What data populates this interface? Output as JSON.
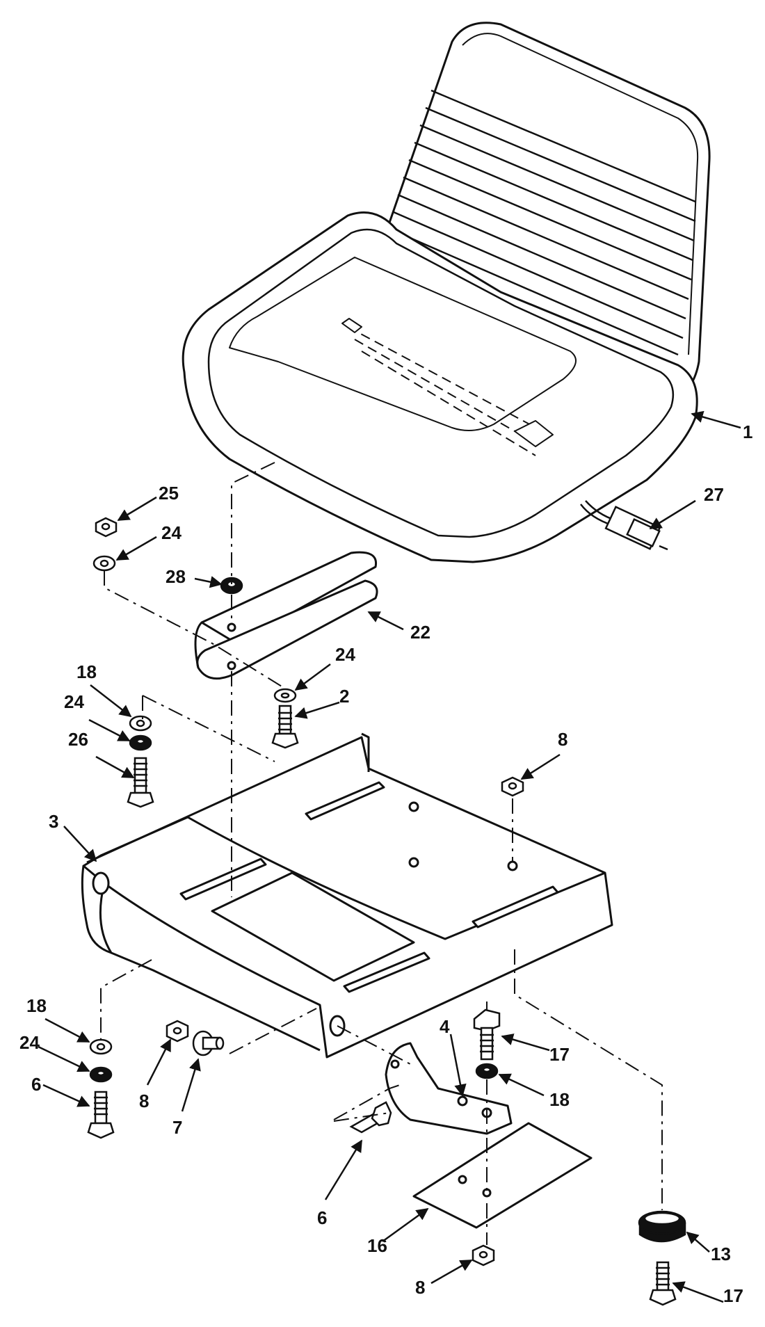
{
  "diagram": {
    "type": "exploded-parts-view",
    "subject": "seat and seat mounting assembly",
    "callouts": [
      {
        "id": "c1",
        "label": "1"
      },
      {
        "id": "c27",
        "label": "27"
      },
      {
        "id": "c25",
        "label": "25"
      },
      {
        "id": "c24a",
        "label": "24"
      },
      {
        "id": "c28",
        "label": "28"
      },
      {
        "id": "c22",
        "label": "22"
      },
      {
        "id": "c24b",
        "label": "24"
      },
      {
        "id": "c2",
        "label": "2"
      },
      {
        "id": "c18a",
        "label": "18"
      },
      {
        "id": "c24c",
        "label": "24"
      },
      {
        "id": "c26",
        "label": "26"
      },
      {
        "id": "c8a",
        "label": "8"
      },
      {
        "id": "c3",
        "label": "3"
      },
      {
        "id": "c18b",
        "label": "18"
      },
      {
        "id": "c24d",
        "label": "24"
      },
      {
        "id": "c6a",
        "label": "6"
      },
      {
        "id": "c8b",
        "label": "8"
      },
      {
        "id": "c7",
        "label": "7"
      },
      {
        "id": "c4",
        "label": "4"
      },
      {
        "id": "c17a",
        "label": "17"
      },
      {
        "id": "c18c",
        "label": "18"
      },
      {
        "id": "c6b",
        "label": "6"
      },
      {
        "id": "c16",
        "label": "16"
      },
      {
        "id": "c13",
        "label": "13"
      },
      {
        "id": "c8c",
        "label": "8"
      },
      {
        "id": "c17b",
        "label": "17"
      }
    ]
  }
}
